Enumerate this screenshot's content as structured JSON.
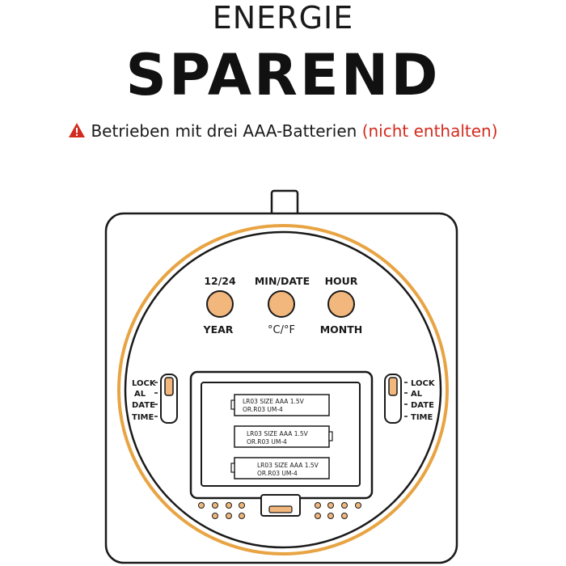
{
  "header": {
    "line1": "ENERGIE",
    "line2": "SPAREND",
    "notice_text": "Betrieben mit drei AAA-Batterien",
    "notice_highlight": "(nicht enthalten)",
    "warning_icon": "warning-triangle-icon",
    "highlight_color": "#d22b1f"
  },
  "device": {
    "accent_color": "#e8a443",
    "buttons": [
      {
        "top_label": "12/24",
        "bottom_label": "YEAR"
      },
      {
        "top_label": "MIN/DATE",
        "bottom_label": "°C/°F"
      },
      {
        "top_label": "HOUR",
        "bottom_label": "MONTH"
      }
    ],
    "left_switch_labels": [
      "LOCK",
      "AL",
      "DATE",
      "TIME"
    ],
    "right_switch_labels": [
      "LOCK",
      "AL",
      "DATE",
      "TIME"
    ],
    "batteries": [
      {
        "line1": "LR03 SIZE AAA 1.5V",
        "line2": "OR.R03 UM-4"
      },
      {
        "line1": "LR03 SIZE AAA 1.5V",
        "line2": "OR.R03 UM-4"
      },
      {
        "line1": "LR03 SIZE AAA 1.5V",
        "line2": "OR.R03 UM-4"
      }
    ]
  }
}
